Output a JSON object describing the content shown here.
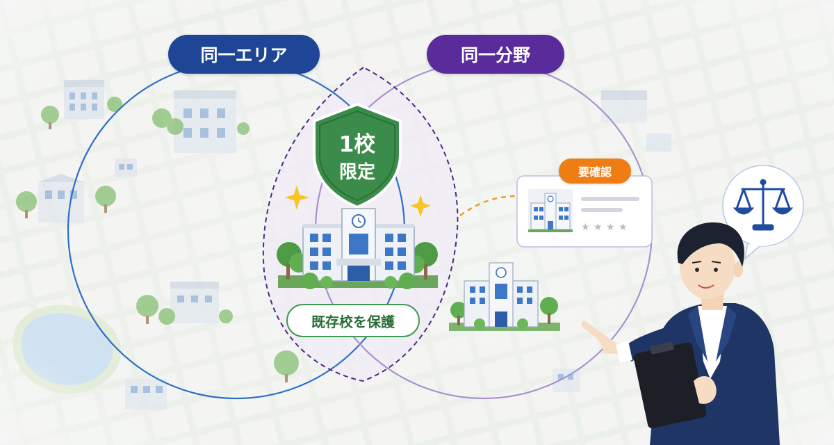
{
  "venn": {
    "area_label": "同一エリア",
    "field_label": "同一分野"
  },
  "shield": {
    "line1": "1校",
    "line2": "限定"
  },
  "protect_label": "既存校を保護",
  "check_label": "要確認",
  "icons": {
    "scale": "scale-of-justice-icon",
    "sparkle": "sparkle-icon",
    "shield": "shield-icon"
  },
  "colors": {
    "area_blue": "#1e4596",
    "field_purple": "#5a2b9a",
    "shield_green": "#3b8c4a",
    "check_orange": "#ee7d14",
    "suit_navy": "#1f3566"
  }
}
